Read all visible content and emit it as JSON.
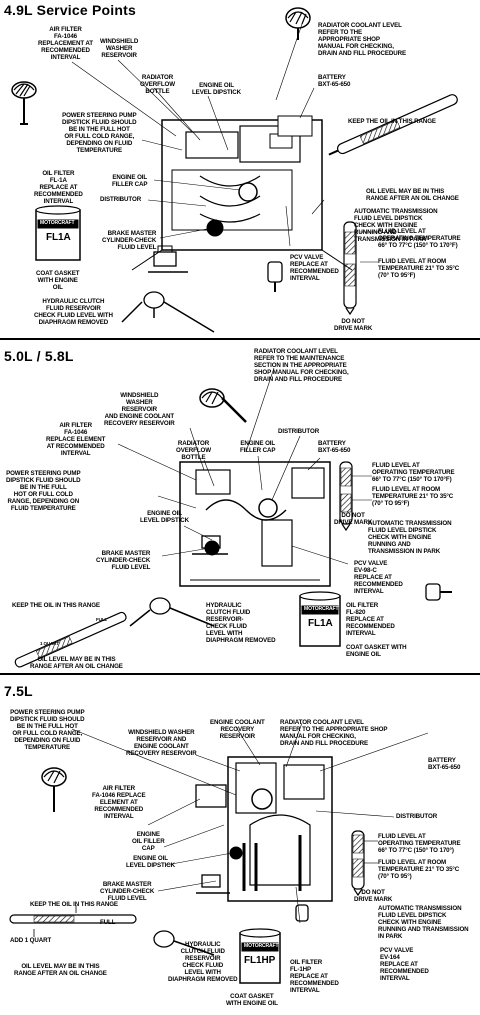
{
  "p1": {
    "title": "4.9L Service Points",
    "labels": {
      "air_filter": "AIR FILTER\nFA-1046\nREPLACEMENT AT\nRECOMMENDED\nINTERVAL",
      "washer": "WINDSHIELD\nWASHER\nRESERVOIR",
      "radiator_coolant": "RADIATOR COOLANT LEVEL\nREFER TO THE\nAPPROPRIATE SHOP\nMANUAL FOR CHECKING,\nDRAIN AND FILL PROCEDURE",
      "overflow": "RADIATOR\nOVERFLOW\nBOTTLE",
      "dipstick": "ENGINE OIL\nLEVEL DIPSTICK",
      "battery": "BATTERY\nBXT-65-650",
      "ps_pump": "POWER STEERING PUMP\nDIPSTICK FLUID SHOULD\nBE IN THE FULL HOT\nOR FULL COLD RANGE,\nDEPENDING ON FLUID\nTEMPERATURE",
      "keep_oil": "KEEP THE OIL IN THIS RANGE",
      "oil_level": "OIL LEVEL MAY BE IN THIS\nRANGE AFTER AN OIL CHANGE",
      "oil_filter": "OIL FILTER\nFL-1A\nREPLACE AT\nRECOMMENDED\nINTERVAL",
      "oil_filler": "ENGINE OIL\nFILLER CAP",
      "distributor": "DISTRIBUTOR",
      "atf": "AUTOMATIC TRANSMISSION\nFLUID LEVEL DIPSTICK\nCHECK WITH ENGINE\nRUNNING AND\nTRANSMISSION IN PARK",
      "brake": "BRAKE MASTER\nCYLINDER-CHECK\nFLUID LEVEL",
      "atf_hot": "FLUID LEVEL AT\nOPERATING TEMPERATURE\n66° TO 77°C (150° TO 170°F)",
      "atf_room": "FLUID LEVEL AT ROOM\nTEMPERATURE 21° TO 35°C\n(70° TO 95°F)",
      "coat_gasket": "COAT GASKET\nWITH ENGINE\nOIL",
      "pcv": "PCV VALVE\nREPLACE AT\nRECOMMENDED\nINTERVAL",
      "clutch": "HYDRAULIC CLUTCH\nFLUID RESERVOIR\nCHECK FLUID LEVEL WITH\nDIAPHRAGM REMOVED",
      "do_not_drive": "DO NOT\nDRIVE MARK",
      "filter_brand": "Motorcraft",
      "filter_model": "FL1A"
    }
  },
  "p2": {
    "title": "5.0L / 5.8L",
    "labels": {
      "radiator_coolant": "RADIATOR COOLANT LEVEL\nREFER TO THE MAINTENANCE\nSECTION IN THE APPROPRIATE\nSHOP MANUAL FOR CHECKING,\nDRAIN AND FILL PROCEDURE",
      "washer": "WINDSHIELD\nWASHER\nRESERVOIR\nAND ENGINE COOLANT\nRECOVERY RESERVOIR",
      "air_filter": "AIR FILTER\nFA-1046\nREPLACE ELEMENT\nAT RECOMMENDED\nINTERVAL",
      "overflow": "RADIATOR\nOVERFLOW\nBOTTLE",
      "oil_filler": "ENGINE OIL\nFILLER CAP",
      "distributor": "DISTRIBUTOR",
      "battery": "BATTERY\nBXT-65-650",
      "ps_pump": "POWER STEERING PUMP\nDIPSTICK FLUID SHOULD\nBE IN THE FULL\nHOT OR FULL COLD\nRANGE, DEPENDING ON\nFLUID TEMPERATURE",
      "atf_hot": "FLUID LEVEL AT\nOPERATING TEMPERATURE\n66° TO 77°C (150° TO 170°F)",
      "atf_room": "FLUID LEVEL AT ROOM\nTEMPERATURE 21° TO 35°C\n(70° TO 95°F)",
      "dipstick": "ENGINE OIL\nLEVEL DIPSTICK",
      "do_not_drive": "DO NOT\nDRIVE MARK",
      "atf": "AUTOMATIC TRANSMISSION\nFLUID LEVEL DIPSTICK\nCHECK WITH ENGINE\nRUNNING AND\nTRANSMISSION IN PARK",
      "brake": "BRAKE MASTER\nCYLINDER-CHECK\nFLUID LEVEL",
      "pcv": "PCV VALVE\nEV-98-C\nREPLACE AT\nRECOMMENDED\nINTERVAL",
      "keep_oil": "KEEP THE OIL IN THIS RANGE",
      "clutch": "HYDRAULIC\nCLUTCH FLUID\nRESERVOIR-\nCHECK FLUID\nLEVEL WITH\nDIAPHRAGM REMOVED",
      "oil_filter": "OIL FILTER\nFL-820\nREPLACE AT\nRECOMMENDED\nINTERVAL",
      "oil_level": "OIL LEVEL MAY BE IN THIS\nRANGE AFTER AN OIL CHANGE",
      "coat_gasket": "COAT GASKET WITH\nENGINE OIL",
      "filter_brand": "Motorcraft",
      "filter_model": "FL1A",
      "stick_add": "1 QUART",
      "stick_full": "FULL"
    }
  },
  "p3": {
    "title": "7.5L",
    "labels": {
      "ps_pump": "POWER STEERING PUMP\nDIPSTICK FLUID SHOULD\nBE IN THE FULL HOT\nOR FULL COLD RANGE,\nDEPENDING ON FLUID\nTEMPERATURE",
      "washer": "WINDSHIELD WASHER\nRESERVOIR AND\nENGINE COOLANT\nRECOVERY RESERVOIR",
      "coolant_res": "ENGINE COOLANT\nRECOVERY\nRESERVOIR",
      "radiator_coolant": "RADIATOR COOLANT LEVEL\nREFER TO THE APPROPRIATE SHOP\nMANUAL FOR CHECKING,\nDRAIN AND FILL PROCEDURE",
      "battery": "BATTERY\nBXT-65-650",
      "air_filter": "AIR FILTER\nFA-1046 REPLACE\nELEMENT AT\nRECOMMENDED\nINTERVAL",
      "distributor": "DISTRIBUTOR",
      "oil_filler": "ENGINE\nOIL FILLER\nCAP",
      "atf_hot": "FLUID LEVEL AT\nOPERATING TEMPERATURE\n66° TO 77°C (150° TO 170°)",
      "dipstick": "ENGINE OIL\nLEVEL DIPSTICK",
      "atf_room": "FLUID LEVEL AT ROOM\nTEMPERATURE 21° TO 35°C\n(70° TO 95°)",
      "brake": "BRAKE MASTER\nCYLINDER-CHECK\nFLUID LEVEL",
      "do_not_drive": "DO NOT\nDRIVE MARK",
      "keep_oil": "KEEP THE OIL IN THIS RANGE",
      "full": "FULL",
      "add_quart": "ADD 1 QUART",
      "atf": "AUTOMATIC TRANSMISSION\nFLUID LEVEL DIPSTICK\nCHECK WITH ENGINE\nRUNNING AND TRANSMISSION\nIN PARK",
      "clutch": "HYDRAULIC\nCLUTCH FLUID\nRESERVOIR\nCHECK FLUID\nLEVEL WITH\nDIAPHRAGM REMOVED",
      "oil_filter": "OIL FILTER\nFL-1HP\nREPLACE AT\nRECOMMENDED\nINTERVAL",
      "pcv": "PCV VALVE\nEV-164\nREPLACE AT\nRECOMMENDED\nINTERVAL",
      "oil_level": "OIL LEVEL MAY BE IN THIS\nRANGE AFTER AN OIL CHANGE",
      "coat_gasket": "COAT GASKET\nWITH ENGINE OIL",
      "filter_brand": "Motorcraft",
      "filter_model": "FL1HP"
    }
  }
}
